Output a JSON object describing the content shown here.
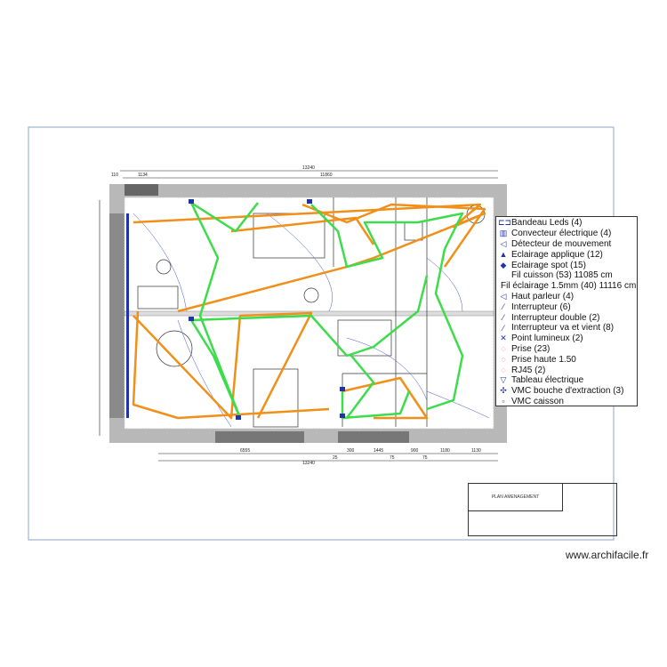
{
  "legend": {
    "items": [
      {
        "icon": "bandeau-leds-icon",
        "label": "Bandeau Leds (4)"
      },
      {
        "icon": "convecteur-icon",
        "label": "Convecteur électrique (4)"
      },
      {
        "icon": "detecteur-icon",
        "label": "Détecteur de mouvement"
      },
      {
        "icon": "applique-icon",
        "label": "Eclairage applique (12)"
      },
      {
        "icon": "spot-icon",
        "label": "Eclairage spot (15)"
      },
      {
        "icon": "",
        "label": "Fil cuisson (53) 11085 cm"
      },
      {
        "icon": "",
        "label": "Fil éclairage 1.5mm (40) 11116 cm"
      },
      {
        "icon": "haut-parleur-icon",
        "label": "Haut parleur (4)"
      },
      {
        "icon": "interrupteur-icon",
        "label": "Interrupteur (6)"
      },
      {
        "icon": "interrupteur-double-icon",
        "label": "Interrupteur double (2)"
      },
      {
        "icon": "va-et-vient-icon",
        "label": "Interrupteur va et vient (8)"
      },
      {
        "icon": "point-lumineux-icon",
        "label": "Point lumineux (2)"
      },
      {
        "icon": "prise-icon",
        "label": "Prise (23)"
      },
      {
        "icon": "prise-haute-icon",
        "label": "Prise haute 1.50"
      },
      {
        "icon": "rj45-icon",
        "label": "RJ45 (2)"
      },
      {
        "icon": "tableau-icon",
        "label": "Tableau électrique"
      },
      {
        "icon": "vmc-bouche-icon",
        "label": "VMC bouche d'extraction (3)"
      },
      {
        "icon": "vmc-caisson-icon",
        "label": "VMC caisson"
      }
    ]
  },
  "dimensions": {
    "top_total": "13240",
    "top_left": "110",
    "top_seg": "1134",
    "top_main": "11860",
    "bottom": [
      "6555",
      "300",
      "1445",
      "900",
      "1180",
      "1130"
    ],
    "bottom_total": "13240",
    "bottom_small": [
      "25",
      "75",
      "75"
    ]
  },
  "title_block": {
    "title": "PLAN AMENAGEMENT"
  },
  "watermark": "www.archifacile.fr",
  "colors": {
    "fil_cuisson": "#f0901a",
    "fil_eclairage": "#3ddc4a",
    "symbols": "#2233aa",
    "walls": "#b8b8b8"
  }
}
